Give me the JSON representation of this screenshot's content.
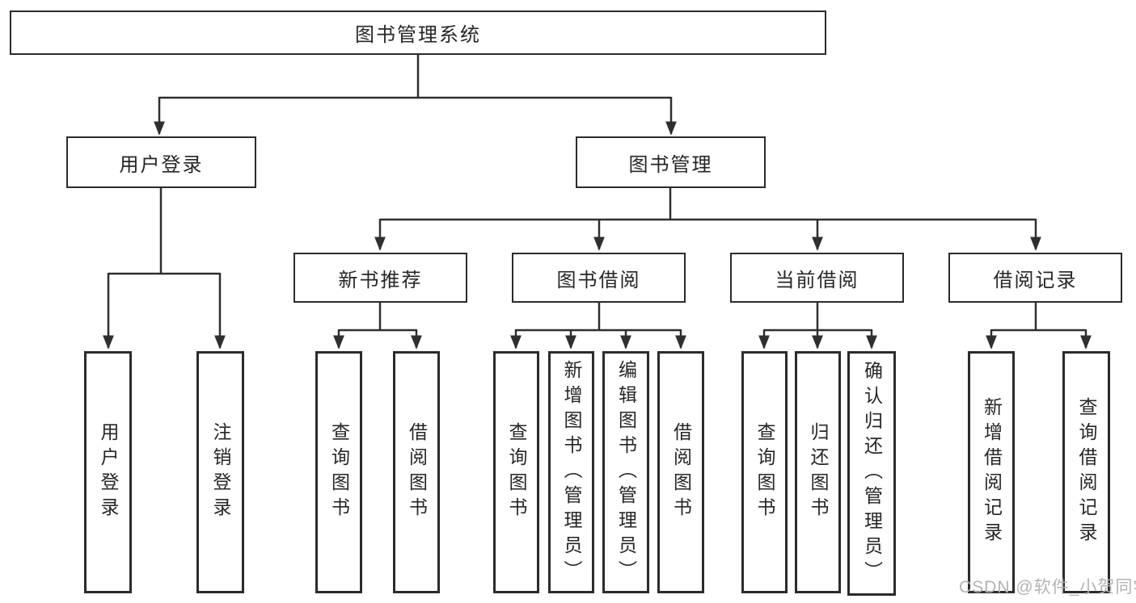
{
  "colors": {
    "line": "#2f2f2f",
    "border": "#2b2b2b",
    "text": "#262626",
    "watermark": "#b3b3b3",
    "background": "#ffffff"
  },
  "watermark": {
    "text": "CSDN @软件_小贺同学"
  },
  "tree": {
    "root": {
      "label": "图书管理系统"
    },
    "branches": [
      {
        "label": "用户登录",
        "children": [
          {
            "label": "用户登录"
          },
          {
            "label": "注销登录"
          }
        ]
      },
      {
        "label": "图书管理",
        "children": [
          {
            "label": "新书推荐",
            "children": [
              {
                "label": "查询图书"
              },
              {
                "label": "借阅图书"
              }
            ]
          },
          {
            "label": "图书借阅",
            "children": [
              {
                "label": "查询图书"
              },
              {
                "label": "新增图书（管理员）"
              },
              {
                "label": "编辑图书（管理员）"
              },
              {
                "label": "借阅图书"
              }
            ]
          },
          {
            "label": "当前借阅",
            "children": [
              {
                "label": "查询图书"
              },
              {
                "label": "归还图书"
              },
              {
                "label": "确认归还（管理员）"
              }
            ]
          },
          {
            "label": "借阅记录",
            "children": [
              {
                "label": "新增借阅记录"
              },
              {
                "label": "查询借阅记录"
              }
            ]
          }
        ]
      }
    ]
  }
}
